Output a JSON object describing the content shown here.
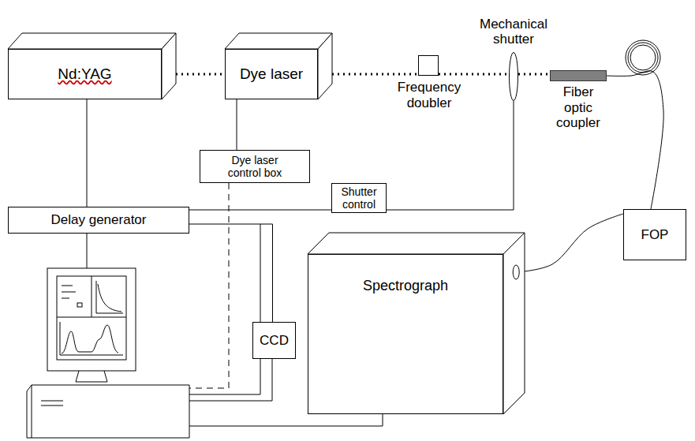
{
  "diagram": {
    "nodes": [
      {
        "text": [
          "Nd:YAG"
        ]
      },
      {
        "text": [
          "Dye laser"
        ]
      },
      {
        "text": [
          "Frequency doubler"
        ]
      },
      {
        "text": [
          "Mechanical shutter"
        ]
      },
      {
        "text": [
          "Fiber optic coupler"
        ]
      },
      {
        "text": [
          "Dye laser control box"
        ]
      },
      {
        "text": [
          "Shutter control"
        ]
      },
      {
        "text": [
          "Delay generator"
        ]
      },
      {
        "text": [
          "Spectrograph"
        ]
      },
      {
        "text": [
          "CCD"
        ]
      },
      {
        "text": [
          "FOP"
        ]
      }
    ],
    "edges": [
      {
        "from": 0,
        "to": 1,
        "arrow": "none"
      },
      {
        "from": 1,
        "to": 2,
        "arrow": "none"
      },
      {
        "from": 2,
        "to": 3,
        "arrow": "none"
      },
      {
        "from": 3,
        "to": 4,
        "arrow": "none"
      },
      {
        "from": 4,
        "to": 10,
        "arrow": "none"
      },
      {
        "from": 10,
        "to": 8,
        "arrow": "none"
      },
      {
        "from": 1,
        "to": 5,
        "arrow": "none"
      },
      {
        "from": 0,
        "to": 7,
        "arrow": "none"
      },
      {
        "from": 7,
        "to": 6,
        "arrow": "none"
      },
      {
        "from": 6,
        "to": 3,
        "arrow": "none"
      },
      {
        "from": 7,
        "to": 9,
        "arrow": "none"
      }
    ]
  }
}
